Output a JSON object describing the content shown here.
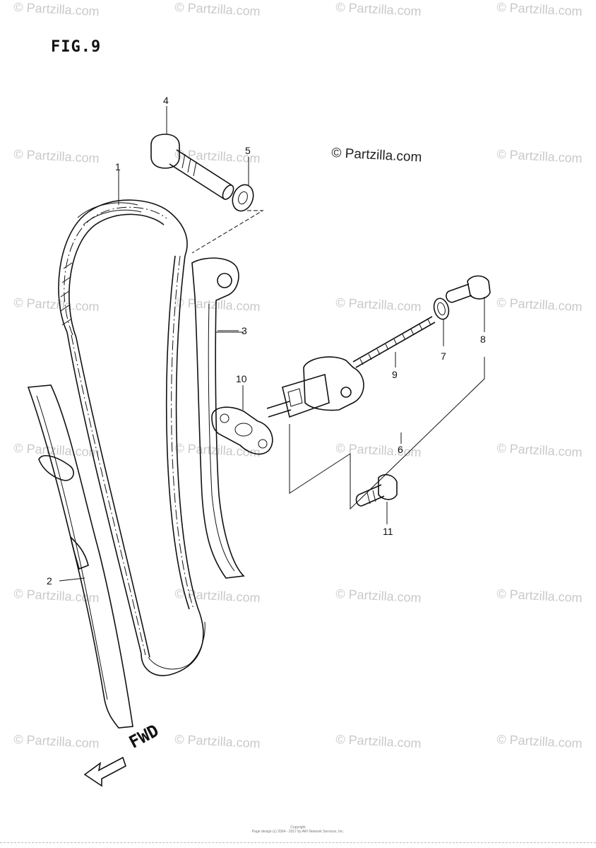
{
  "figure": {
    "title": "FIG.9",
    "direction_label": "FWD"
  },
  "watermark": {
    "text": "© Partzilla.com",
    "main_text": "© Partzilla.com"
  },
  "callouts": [
    {
      "num": "1",
      "part": "cam chain"
    },
    {
      "num": "2",
      "part": "chain guide"
    },
    {
      "num": "3",
      "part": "chain tensioner"
    },
    {
      "num": "4",
      "part": "bolt"
    },
    {
      "num": "5",
      "part": "washer"
    },
    {
      "num": "6",
      "part": "tensioner adjuster assy"
    },
    {
      "num": "7",
      "part": "gasket"
    },
    {
      "num": "8",
      "part": "bolt"
    },
    {
      "num": "9",
      "part": "spring"
    },
    {
      "num": "10",
      "part": "gasket"
    },
    {
      "num": "11",
      "part": "bolt"
    }
  ],
  "footer": {
    "line1": "Copyright",
    "line2": "Page design (c) 2004 - 2017 by ARI Network Services, Inc."
  }
}
